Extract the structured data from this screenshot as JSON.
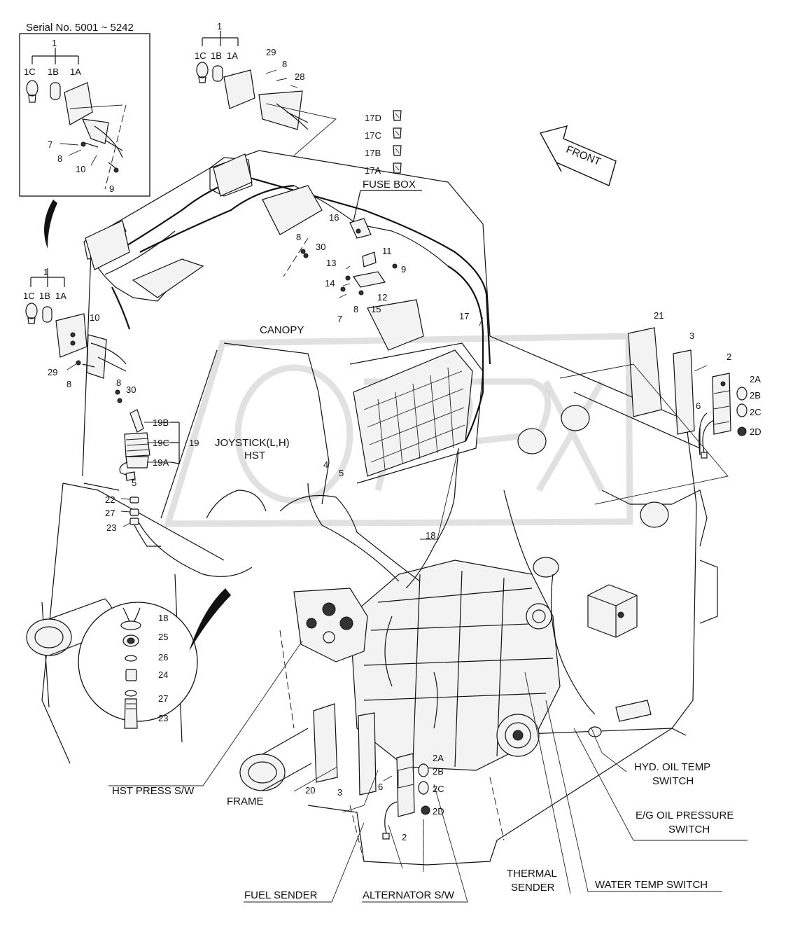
{
  "diagram": {
    "serial_note": "Serial No. 5001 ~ 5242",
    "front_arrow": "FRONT",
    "fuse_box": {
      "title": "FUSE BOX",
      "fuses": [
        "17D",
        "17C",
        "17B",
        "17A"
      ]
    },
    "callouts": {
      "c1_inset": "1",
      "c1c_inset": "1C",
      "c1b_inset": "1B",
      "c1a_inset": "1A",
      "c7_inset": "7",
      "c8_inset": "8",
      "c10_inset": "10",
      "c9_inset": "9",
      "c1_top": "1",
      "c1c_top": "1C",
      "c1b_top": "1B",
      "c1a_top": "1A",
      "c29_top": "29",
      "c8_top": "8",
      "c28_top": "28",
      "c16": "16",
      "c8_mid": "8",
      "c30_mid": "30",
      "c11": "11",
      "c13": "13",
      "c9_mid": "9",
      "c14": "14",
      "c12": "12",
      "c8_b": "8",
      "c15": "15",
      "c7_b": "7",
      "c17": "17",
      "c1_left": "1",
      "c1c_left": "1C",
      "c1b_left": "1B",
      "c1a_left": "1A",
      "c10_left": "10",
      "c29_left": "29",
      "c8_left": "8",
      "c8_left2": "8",
      "c30_left": "30",
      "c19b": "19B",
      "c19c": "19C",
      "c19": "19",
      "c19a": "19A",
      "c5_left": "5",
      "c22": "22",
      "c27_left": "27",
      "c23_left": "23",
      "c4": "4",
      "c5_mid": "5",
      "c18_mid": "18",
      "c21": "21",
      "c3_right": "3",
      "c2_right": "2",
      "c6_right": "6",
      "c2a_right": "2A",
      "c2b_right": "2B",
      "c2c_right": "2C",
      "c2d_right": "2D",
      "c18_circle": "18",
      "c25": "25",
      "c26": "26",
      "c24": "24",
      "c27_circle": "27",
      "c23_circle": "23",
      "c2a_low": "2A",
      "c2b_low": "2B",
      "c2c_low": "2C",
      "c2d_low": "2D",
      "c6_low": "6",
      "c3_low": "3",
      "c20": "20",
      "c2_low": "2"
    },
    "labels": {
      "canopy": "CANOPY",
      "joystick": "JOYSTICK(L,H)",
      "hst": "HST",
      "frame": "FRAME",
      "hst_press": "HST PRESS S/W",
      "hyd_oil_1": "HYD. OIL TEMP",
      "hyd_oil_2": "SWITCH",
      "eg_oil_1": "E/G OIL PRESSURE",
      "eg_oil_2": "SWITCH",
      "thermal_1": "THERMAL",
      "thermal_2": "SENDER",
      "water_temp": "WATER TEMP SWITCH",
      "fuel_sender": "FUEL SENDER",
      "alternator": "ALTERNATOR S/W"
    }
  }
}
